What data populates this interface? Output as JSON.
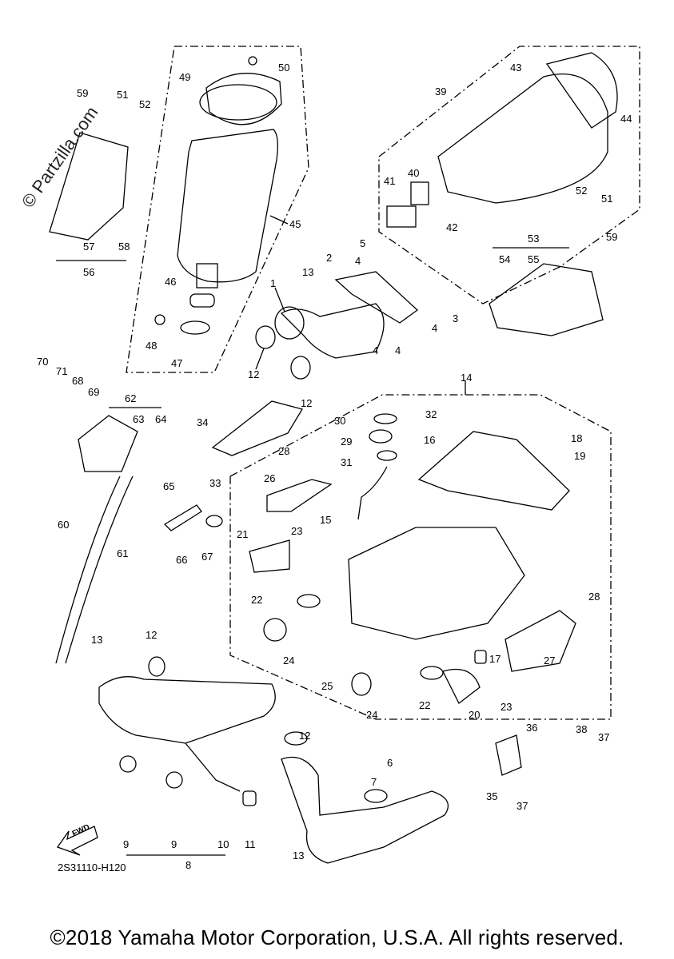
{
  "watermark": "© Partzilla.com",
  "diagram_code": "2S31110-H120",
  "fwd_label": "FWD",
  "footer": "©2018 Yamaha Motor Corporation, U.S.A. All rights reserved.",
  "callouts": {
    "p1": "1",
    "p2": "2",
    "p3": "3",
    "p4a": "4",
    "p4b": "4",
    "p4c": "4",
    "p4d": "4",
    "p5": "5",
    "p6": "6",
    "p7": "7",
    "p8": "8",
    "p9a": "9",
    "p9b": "9",
    "p10": "10",
    "p11": "11",
    "p12a": "12",
    "p12b": "12",
    "p12c": "12",
    "p12d": "12",
    "p13a": "13",
    "p13b": "13",
    "p13c": "13",
    "p14": "14",
    "p15": "15",
    "p16": "16",
    "p17": "17",
    "p18": "18",
    "p19": "19",
    "p20": "20",
    "p21": "21",
    "p22a": "22",
    "p22b": "22",
    "p23a": "23",
    "p23b": "23",
    "p24a": "24",
    "p24b": "24",
    "p25": "25",
    "p26": "26",
    "p27": "27",
    "p28a": "28",
    "p28b": "28",
    "p29": "29",
    "p30": "30",
    "p31": "31",
    "p32": "32",
    "p33": "33",
    "p34": "34",
    "p35": "35",
    "p36": "36",
    "p37a": "37",
    "p37b": "37",
    "p38": "38",
    "p39": "39",
    "p40": "40",
    "p41": "41",
    "p42": "42",
    "p43": "43",
    "p44": "44",
    "p45": "45",
    "p46": "46",
    "p47": "47",
    "p48": "48",
    "p49": "49",
    "p50": "50",
    "p51a": "51",
    "p51b": "51",
    "p52a": "52",
    "p52b": "52",
    "p53": "53",
    "p54": "54",
    "p55": "55",
    "p56": "56",
    "p57": "57",
    "p58": "58",
    "p59a": "59",
    "p59b": "59",
    "p60": "60",
    "p61": "61",
    "p62": "62",
    "p63": "63",
    "p64": "64",
    "p65": "65",
    "p66": "66",
    "p67": "67",
    "p68": "68",
    "p69": "69",
    "p70": "70",
    "p71": "71"
  }
}
